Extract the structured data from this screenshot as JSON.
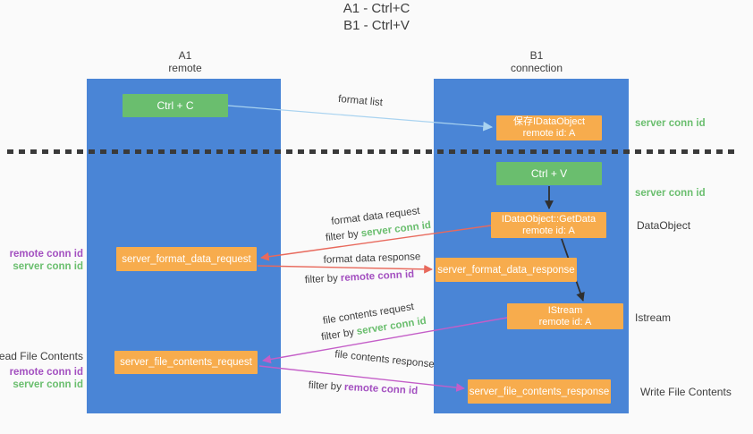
{
  "title": {
    "line1": "A1 - Ctrl+C",
    "line2": "B1 - Ctrl+V"
  },
  "colors": {
    "lane_blue": "#4a85d6",
    "box_green": "#6abe6e",
    "box_orange": "#f7ac4d",
    "arrow_blue": "#a9d3f0",
    "arrow_red": "#e8695c",
    "arrow_magenta": "#c45ec8",
    "arrow_black": "#2f2f2f",
    "text_dark": "#3d3d3d",
    "text_green": "#6abe6e",
    "text_purple": "#a350c0",
    "divider": "#3a3a3a",
    "background": "#fafafa"
  },
  "lanes": {
    "a1": {
      "name": "A1",
      "subtitle": "remote"
    },
    "b1": {
      "name": "B1",
      "subtitle": "connection"
    }
  },
  "nodes": {
    "ctrl_c": "Ctrl + C",
    "ctrl_v": "Ctrl + V",
    "save_dataobject": {
      "line1": "保存IDataObject",
      "line2": "remote id: A"
    },
    "getdata": {
      "line1": "IDataObject::GetData",
      "line2": "remote id: A"
    },
    "istream": {
      "line1": "IStream",
      "line2": "remote id: A"
    },
    "format_request": "server_format_data_request",
    "format_response": "server_format_data_response",
    "file_request": "server_file_contents_request",
    "file_response": "server_file_contents_response"
  },
  "flow_labels": {
    "format_list": "format list",
    "format_data_request": "format data request",
    "format_data_response": "format data response",
    "file_contents_request": "file contents request",
    "file_contents_response": "file contents response",
    "filter_by": "filter by",
    "server_conn_id": "server conn id",
    "remote_conn_id": "remote conn id"
  },
  "side_labels": {
    "left": {
      "remote_conn_id": "remote conn id",
      "server_conn_id": "server conn id",
      "read_file_contents": "Read File Contents"
    },
    "right": {
      "server_conn_id": "server conn id",
      "dataobject": "DataObject",
      "istream": "Istream",
      "write_file_contents": "Write File Contents"
    }
  }
}
